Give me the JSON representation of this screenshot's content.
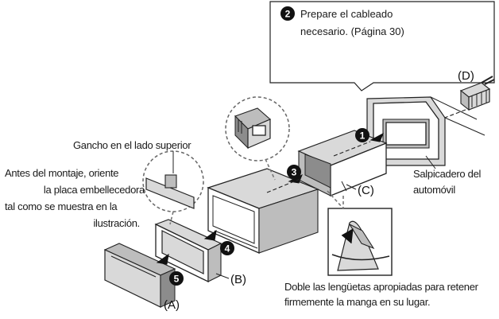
{
  "callout": {
    "step_number": "2",
    "line1": "Prepare el cableado",
    "line2": "necesario. (Página 30)"
  },
  "labels": {
    "hook_top": "Gancho en el lado superior",
    "before_mount_line1": "Antes del montaje, oriente",
    "before_mount_line2": "la placa embellecedora",
    "before_mount_line3": "tal como se muestra en la",
    "before_mount_line4": "ilustración.",
    "dashboard_line1": "Salpicadero del",
    "dashboard_line2": "automóvil",
    "bend_line1": "Doble las lengüetas apropiadas para retener",
    "bend_line2": "firmemente la manga en su lugar."
  },
  "parts": {
    "A": "(A)",
    "B": "(B)",
    "C": "(C)",
    "D": "(D)"
  },
  "steps": {
    "s1": "1",
    "s2": "2",
    "s3": "3",
    "s4": "4",
    "s5": "5"
  }
}
